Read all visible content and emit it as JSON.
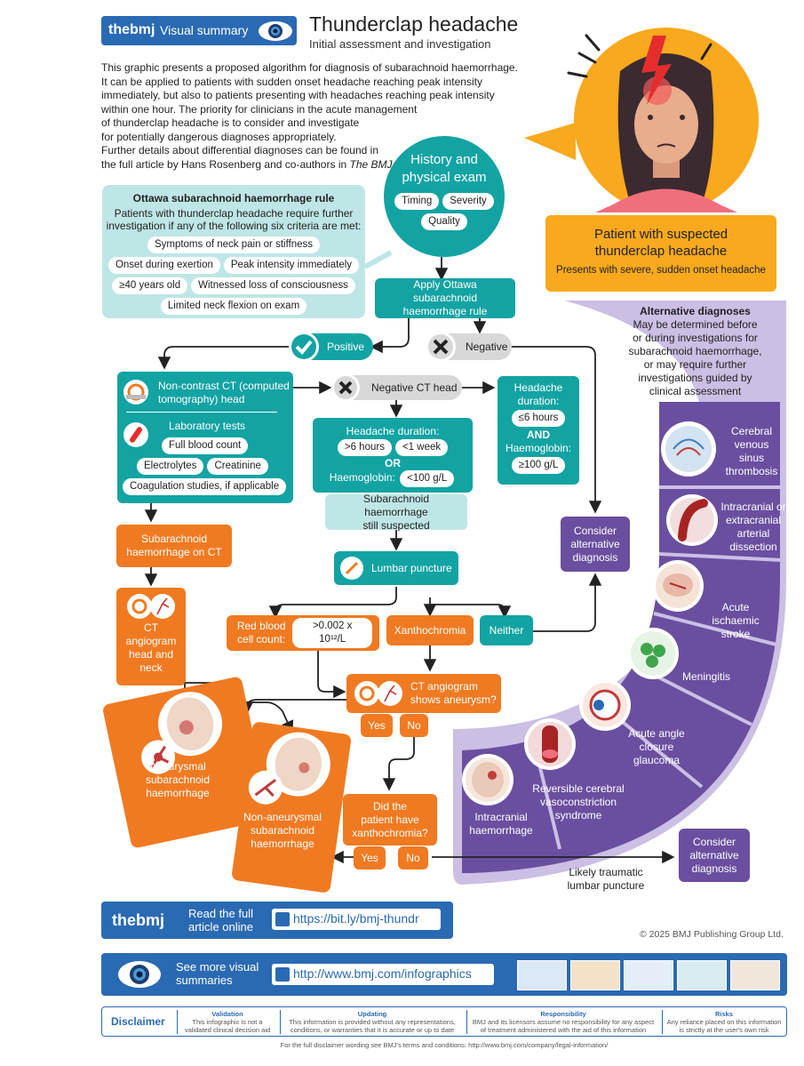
{
  "header": {
    "brand": "thebmj",
    "badge_label": "Visual summary",
    "title": "Thunderclap headache",
    "subtitle": "Initial assessment and investigation"
  },
  "intro": {
    "line1": "This graphic presents a proposed algorithm for diagnosis of subarachnoid haemorrhage.",
    "line2": "It can be applied to patients with sudden onset headache reaching peak intensity",
    "line3": "immediately, but also to patients presenting with headaches reaching peak intensity",
    "line4": "within one hour. The priority for clinicians in the acute management",
    "line5": "of thunderclap headache is to consider and investigate",
    "line6": "for potentially dangerous diagnoses appropriately.",
    "line7": "Further details about differential diagnoses can be found in",
    "line8a": "the full article by Hans Rosenberg and co-authors in ",
    "line8b": "The BMJ."
  },
  "history": {
    "title_line1": "History and",
    "title_line2": "physical exam",
    "pills": [
      "Timing",
      "Severity",
      "Quality"
    ]
  },
  "patient": {
    "title_line1": "Patient with suspected",
    "title_line2": "thunderclap headache",
    "subtitle": "Presents with severe, sudden onset headache"
  },
  "ottawa": {
    "title": "Ottawa subarachnoid haemorrhage rule",
    "desc_line1": "Patients with thunderclap headache require further",
    "desc_line2": "investigation if any of the following six criteria are met:",
    "criteria": [
      "Symptoms of neck pain or stiffness",
      "Onset during exertion",
      "Peak intensity immediately",
      "≥40 years old",
      "Witnessed loss of consciousness",
      "Limited neck flexion on exam"
    ]
  },
  "flow": {
    "apply_rule_line1": "Apply Ottawa subarachnoid",
    "apply_rule_line2": "haemorrhage rule",
    "positive": "Positive",
    "negative": "Negative",
    "ct_line1": "Non-contrast CT (computed",
    "ct_line2": "tomography) head",
    "lab_title": "Laboratory tests",
    "lab_tests": [
      "Full blood count",
      "Electrolytes",
      "Creatinine",
      "Coagulation studies, if applicable"
    ],
    "negative_ct": "Negative CT head",
    "duration_title": "Headache duration:",
    "duration_pills": [
      ">6 hours",
      "<1 week"
    ],
    "or": "OR",
    "haemoglobin_label": "Haemoglobin:",
    "haemoglobin_pill": "<100 g/L",
    "right_duration_line1": "Headache",
    "right_duration_line2": "duration:",
    "right_duration_pill": "≤6 hours",
    "and": "AND",
    "right_hb_line": "Haemoglobin:",
    "right_hb_pill": "≥100 g/L",
    "still_suspected_line1": "Subarachnoid haemorrhage",
    "still_suspected_line2": "still suspected",
    "sah_ct_line1": "Subarachnoid",
    "sah_ct_line2": "haemorrhage on CT",
    "lumbar": "Lumbar puncture",
    "rbc_line1": "Red blood",
    "rbc_line2": "cell count:",
    "rbc_pill": ">0.002  x 10¹²/L",
    "xantho": "Xanthochromia",
    "neither": "Neither",
    "consider_alt_line1": "Consider",
    "consider_alt_line2": "alternative",
    "consider_alt_line3": "diagnosis",
    "cta_line1": "CT",
    "cta_line2": "angiogram",
    "cta_line3": "head and",
    "cta_line4": "neck",
    "cta_aneurysm_line1": "CT angiogram",
    "cta_aneurysm_line2": "shows aneurysm?",
    "yes": "Yes",
    "no": "No",
    "xq_line1": "Did the",
    "xq_line2": "patient have",
    "xq_line3": "xanthochromia?",
    "aneurysmal_line1": "Aneurysmal",
    "aneurysmal_line2": "subarachnoid",
    "aneurysmal_line3": "haemorrhage",
    "nonaneurysmal_line1": "Non-aneurysmal",
    "nonaneurysmal_line2": "subarachnoid",
    "nonaneurysmal_line3": "haemorrhage",
    "consider_alt2_line1": "Consider",
    "consider_alt2_line2": "alternative",
    "consider_alt2_line3": "diagnosis",
    "traumatic_line1": "Likely traumatic",
    "traumatic_line2": "lumbar puncture"
  },
  "alternatives": {
    "title": "Alternative diagnoses",
    "desc_line1": "May be determined before",
    "desc_line2": "or during investigations for",
    "desc_line3": "subarachnoid haemorrhage,",
    "desc_line4": "or may require further",
    "desc_line5": "investigations guided by",
    "desc_line6": "clinical assessment",
    "items": [
      {
        "l1": "Cerebral",
        "l2": "venous",
        "l3": "sinus",
        "l4": "thrombosis"
      },
      {
        "l1": "Intracranial or",
        "l2": "extracranial",
        "l3": "arterial",
        "l4": "dissection"
      },
      {
        "l1": "Acute",
        "l2": "ischaemic",
        "l3": "stroke",
        "l4": ""
      },
      {
        "l1": "Meningitis",
        "l2": "",
        "l3": "",
        "l4": ""
      },
      {
        "l1": "Acute angle",
        "l2": "closure",
        "l3": "glaucoma",
        "l4": ""
      },
      {
        "l1": "Reversible cerebral",
        "l2": "vasoconstriction",
        "l3": "syndrome",
        "l4": ""
      },
      {
        "l1": "Intracranial",
        "l2": "haemorrhage",
        "l3": "",
        "l4": ""
      }
    ]
  },
  "footer": {
    "brand": "thebmj",
    "read_line1": "Read the full",
    "read_line2": "article online",
    "article_url": "https://bit.ly/bmj-thundr",
    "copyright": "© 2025 BMJ Publishing Group Ltd.",
    "more_line1": "See more visual",
    "more_line2": "summaries",
    "infographics_url": "http://www.bmj.com/infographics",
    "disclaimer_label": "Disclaimer",
    "disclaimer_cols": [
      {
        "title": "Validation",
        "l1": "This infographic is not a",
        "l2": "validated clinical decision aid"
      },
      {
        "title": "Updating",
        "l1": "This information is provided without any representations,",
        "l2": "conditions, or warranties that it is accurate or up to date"
      },
      {
        "title": "Responsibility",
        "l1": "BMJ and its licensors assume no responsibility for any aspect",
        "l2": "of treatment administered with the aid of this information"
      },
      {
        "title": "Risks",
        "l1": "Any reliance placed on this information",
        "l2": "is strictly at the user's own risk"
      }
    ],
    "terms": "For the full disclaimer wording see BMJ's terms and conditions: http://www.bmj.com/company/legal-information/"
  },
  "colors": {
    "teal": "#13a3a3",
    "orange": "#f07a21",
    "purple": "#6a4fa0",
    "lavender": "#cbbfe4",
    "bmj_blue": "#2a6ab3",
    "yellow": "#f8a91d",
    "light_teal": "#bfe6e6"
  }
}
